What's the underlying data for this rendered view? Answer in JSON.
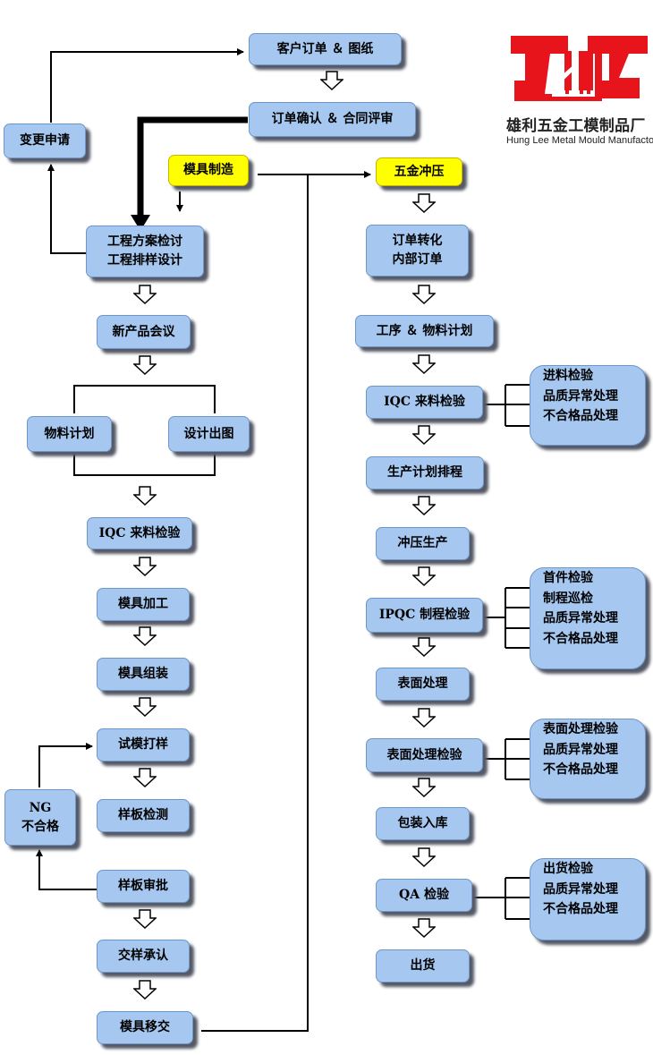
{
  "brand": {
    "name_cn": "雄利五金工模制品厂",
    "name_en": "Hung Lee Metal Mould Manufactory"
  },
  "top": {
    "order": "客户订单 ＆ 图纸",
    "confirm": "订单确认 ＆ 合同评审",
    "change": "变更申请",
    "mould_mfg": "模具制造",
    "stamping": "五金冲压"
  },
  "mould": {
    "plan_line1": "工程方案检讨",
    "plan_line2": "工程排样设计",
    "meeting": "新产品会议",
    "material_plan": "物料计划",
    "design": "设计出图",
    "iqc": "IQC 来料检验",
    "processing": "模具加工",
    "assembly": "模具组装",
    "trial": "试模打样",
    "sample_test": "样板检测",
    "ng_line1": "NG",
    "ng_line2": "不合格",
    "sample_approval": "样板审批",
    "submit": "交样承认",
    "transfer": "模具移交"
  },
  "stamping": {
    "order_line1": "订单转化",
    "order_line2": "内部订单",
    "process_plan": "工序 ＆ 物料计划",
    "iqc": "IQC 来料检验",
    "schedule": "生产计划排程",
    "production": "冲压生产",
    "ipqc": "IPQC 制程检验",
    "surface": "表面处理",
    "surface_check": "表面处理检验",
    "packing": "包装入库",
    "qa": "QA 检验",
    "ship": "出货"
  },
  "details": {
    "iqc": [
      "进料检验",
      "品质异常处理",
      "不合格品处理"
    ],
    "ipqc": [
      "首件检验",
      "制程巡检",
      "品质异常处理",
      "不合格品处理"
    ],
    "surface": [
      "表面处理检验",
      "品质异常处理",
      "不合格品处理"
    ],
    "qa": [
      "出货检验",
      "品质异常处理",
      "不合格品处理"
    ]
  },
  "colors": {
    "box_fill": "#a6c8f0",
    "highlight_fill": "#ffff00",
    "logo_red": "#e8141c"
  }
}
